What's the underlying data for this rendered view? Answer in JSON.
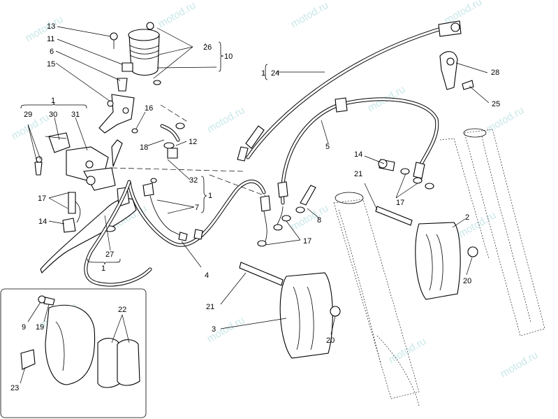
{
  "watermark": "motod.ru",
  "callouts": {
    "n1a": "1",
    "n2": "2",
    "n3": "3",
    "n4": "4",
    "n5": "5",
    "n6": "6",
    "n7": "7",
    "n8": "8",
    "n9": "9",
    "n10": "10",
    "n11": "11",
    "n12": "12",
    "n13": "13",
    "n14a": "14",
    "n14b": "14",
    "n15": "15",
    "n16": "16",
    "n17a": "17",
    "n17b": "17",
    "n17c": "17",
    "n18": "18",
    "n19": "19",
    "n20a": "20",
    "n20b": "20",
    "n21a": "21",
    "n21b": "21",
    "n22": "22",
    "n23": "23",
    "n24": "24",
    "n25": "25",
    "n26": "26",
    "n27": "27",
    "n28": "28",
    "n29": "29",
    "n30": "30",
    "n31": "31",
    "n32": "32",
    "g1b": "1",
    "g1c": "1",
    "g1d": "1"
  }
}
